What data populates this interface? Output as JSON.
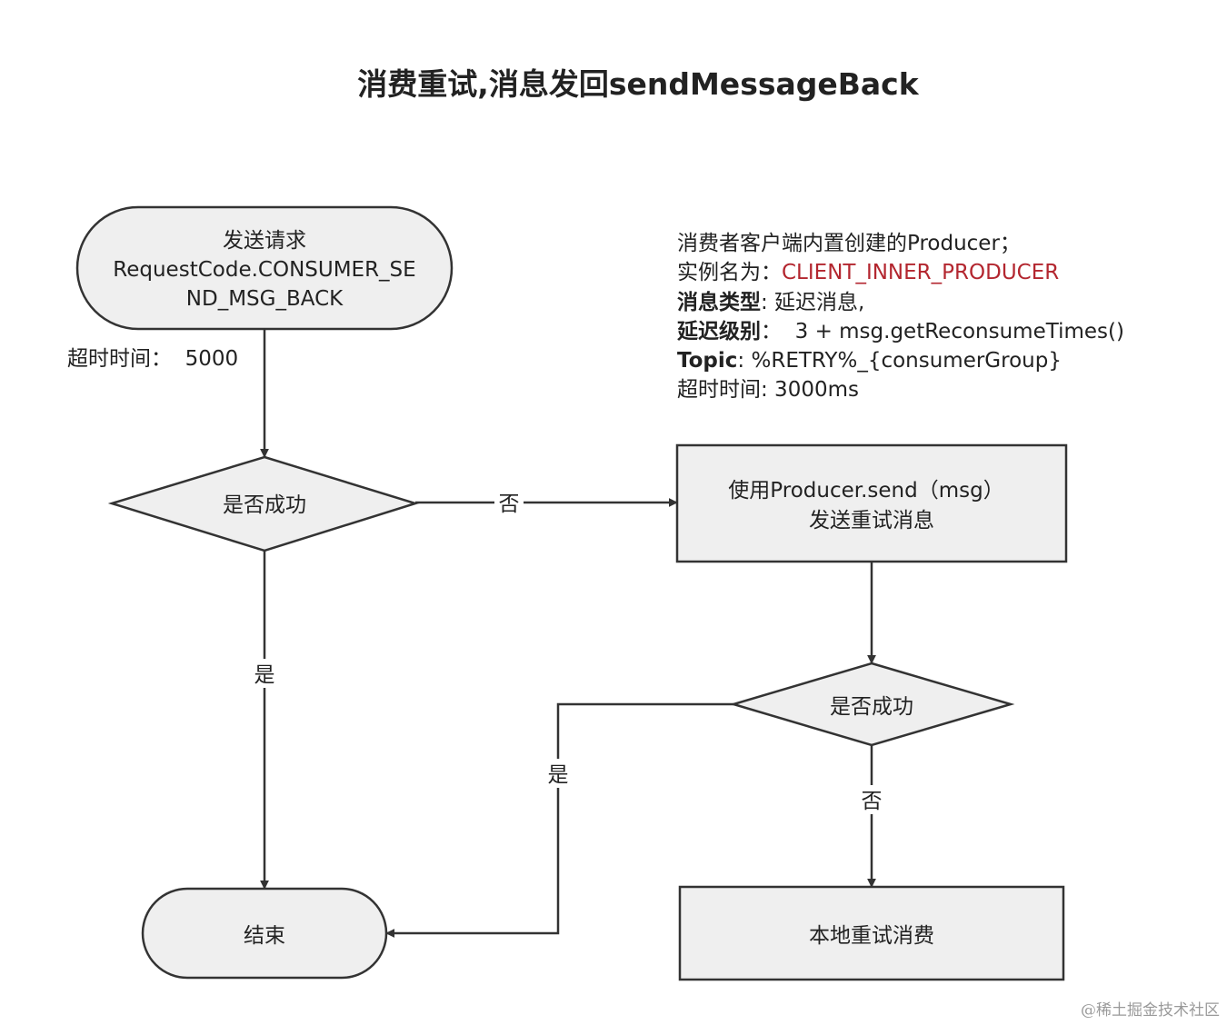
{
  "title": "消费重试,消息发回sendMessageBack",
  "nodes": {
    "send_request": {
      "lines": [
        "发送请求",
        "RequestCode.CONSUMER_SE",
        "ND_MSG_BACK"
      ]
    },
    "is_success_1": {
      "label": "是否成功"
    },
    "producer_send": {
      "lines": [
        "使用Producer.send（msg）",
        "发送重试消息"
      ]
    },
    "is_success_2": {
      "label": "是否成功"
    },
    "end": {
      "label": "结束"
    },
    "local_retry": {
      "label": "本地重试消费"
    }
  },
  "timeout_note": "超时时间：  5000",
  "edge_labels": {
    "no_1": "否",
    "yes_1": "是",
    "yes_2": "是",
    "no_2": "否"
  },
  "annotation": {
    "line1": "消费者客户端内置创建的Producer；",
    "instance_key": "实例名为：",
    "instance_value": "CLIENT_INNER_PRODUCER",
    "msgtype_key": "消息类型",
    "msgtype_value": ": 延迟消息,",
    "delay_key": "延迟级别",
    "delay_value": "：  3 + msg.getReconsumeTimes()",
    "topic_key": "Topic",
    "topic_value": ": %RETRY%_{consumerGroup}",
    "timeout": "超时时间: 3000ms"
  },
  "colors": {
    "node_fill": "#efefef",
    "stroke": "#333333",
    "highlight": "#b3262f",
    "watermark": "#9a9a9a"
  },
  "watermark": "@稀土掘金技术社区"
}
